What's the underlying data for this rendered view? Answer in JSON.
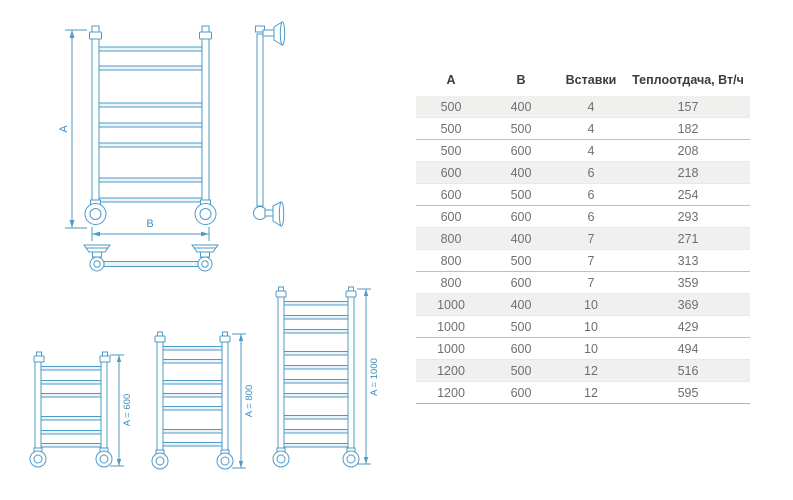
{
  "drawings": {
    "line_color": "#4e9ac6",
    "main": {
      "dim_a_label": "A",
      "dim_b_label": "B"
    },
    "variants": [
      {
        "label": "A = 600"
      },
      {
        "label": "A = 800"
      },
      {
        "label": "A = 1000"
      }
    ]
  },
  "table": {
    "headers": [
      "A",
      "B",
      "Вставки",
      "Теплоотдача, Вт/ч"
    ],
    "rows": [
      [
        "500",
        "400",
        "4",
        "157"
      ],
      [
        "500",
        "500",
        "4",
        "182"
      ],
      [
        "500",
        "600",
        "4",
        "208"
      ],
      [
        "600",
        "400",
        "6",
        "218"
      ],
      [
        "600",
        "500",
        "6",
        "254"
      ],
      [
        "600",
        "600",
        "6",
        "293"
      ],
      [
        "800",
        "400",
        "7",
        "271"
      ],
      [
        "800",
        "500",
        "7",
        "313"
      ],
      [
        "800",
        "600",
        "7",
        "359"
      ],
      [
        "1000",
        "400",
        "10",
        "369"
      ],
      [
        "1000",
        "500",
        "10",
        "429"
      ],
      [
        "1000",
        "600",
        "10",
        "494"
      ],
      [
        "1200",
        "500",
        "12",
        "516"
      ],
      [
        "1200",
        "600",
        "12",
        "595"
      ]
    ],
    "colors": {
      "row_shade": "#f0f0ee",
      "header_text": "#3c3c3c",
      "cell_text": "#6f6f6f"
    }
  }
}
